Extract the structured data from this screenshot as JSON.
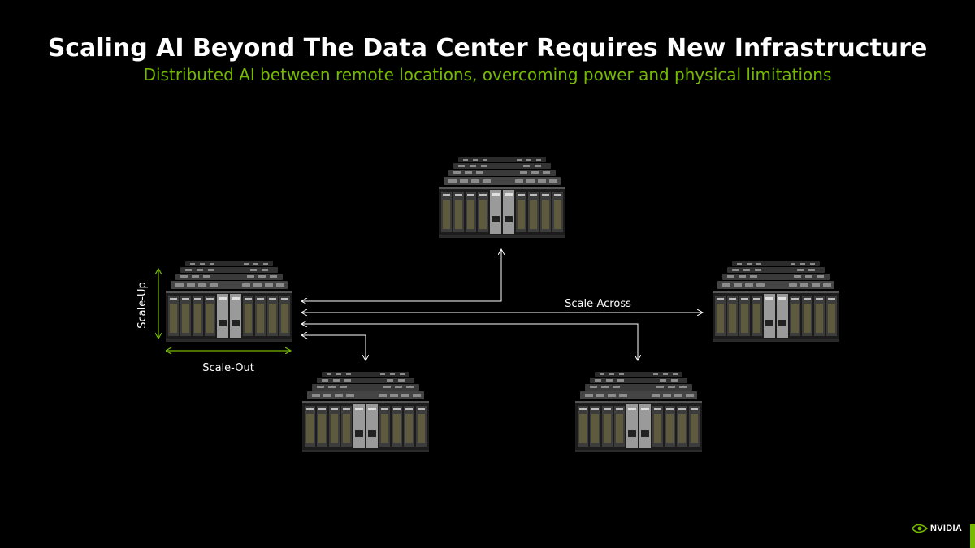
{
  "slide": {
    "title": "Scaling AI Beyond The Data Center Requires New Infrastructure",
    "subtitle": "Distributed AI between remote locations, overcoming power and physical limitations"
  },
  "diagram": {
    "labels": {
      "scale_up": "Scale-Up",
      "scale_out": "Scale-Out",
      "scale_across": "Scale-Across"
    }
  },
  "brand": {
    "logo_text": "NVIDIA",
    "accent_color": "#76b900"
  },
  "icons": {
    "server_rack": "server-rack-icon",
    "logo": "nvidia-eye-icon"
  }
}
